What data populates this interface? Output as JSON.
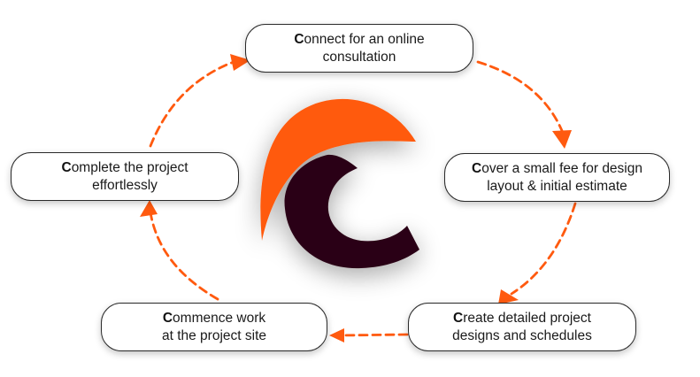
{
  "diagram": {
    "accent_color": "#FF5A0F",
    "logo_dark_color": "#2C0614",
    "logo": {
      "name": "c-logo-mark"
    },
    "steps": [
      {
        "initial": "C",
        "line1": "onnect for an online",
        "line2": "consultation"
      },
      {
        "initial": "C",
        "line1": "over a small fee for design",
        "line2": "layout & initial estimate"
      },
      {
        "initial": "C",
        "line1": "reate detailed project",
        "line2": "designs and schedules"
      },
      {
        "initial": "C",
        "line1": "ommence work",
        "line2": "at the project site"
      },
      {
        "initial": "C",
        "line1": "omplete the project",
        "line2": "effortlessly"
      }
    ],
    "arrow_style": "dashed"
  }
}
